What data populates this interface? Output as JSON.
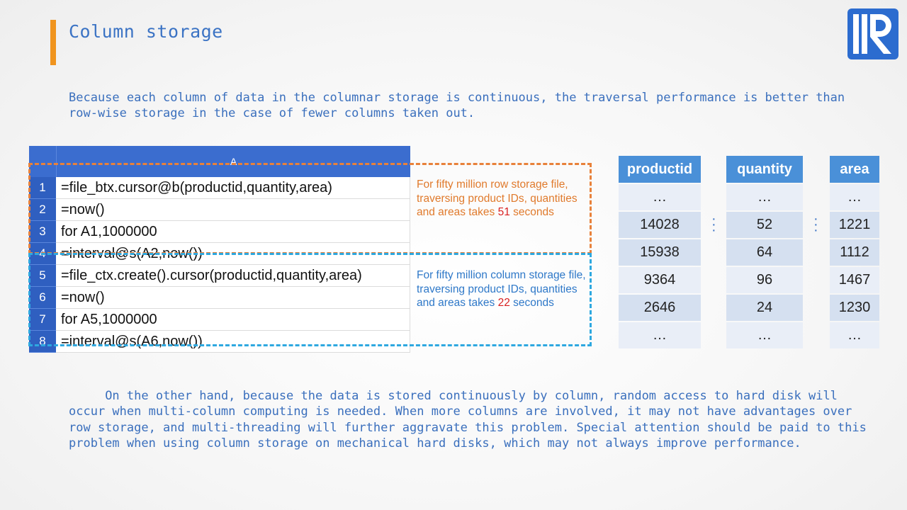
{
  "title": "Column storage",
  "intro_text": "Because each column of data in the columnar storage is continuous, the traversal performance is better than row-wise storage in the case of fewer columns taken out.",
  "grid": {
    "column_header": "A",
    "rows": [
      {
        "num": "1",
        "code": "=file_btx.cursor@b(productid,quantity,area)"
      },
      {
        "num": "2",
        "code": "=now()"
      },
      {
        "num": "3",
        "code": "for A1,1000000"
      },
      {
        "num": "4",
        "code": "=interval@s(A2,now())"
      },
      {
        "num": "5",
        "code": "=file_ctx.create().cursor(productid,quantity,area)"
      },
      {
        "num": "6",
        "code": "=now()"
      },
      {
        "num": "7",
        "code": "for A5,1000000"
      },
      {
        "num": "8",
        "code": "=interval@s(A6,now())"
      }
    ]
  },
  "notes": {
    "row_storage_text": "For fifty million row storage file, traversing product IDs, quantities and areas takes ",
    "row_storage_seconds": "51",
    "row_storage_suffix": " seconds",
    "column_storage_text": "For fifty million column storage file, traversing product IDs, quantities and areas takes ",
    "column_storage_seconds": "22",
    "column_storage_suffix": " seconds"
  },
  "columns": [
    {
      "header": "productid",
      "values": [
        "…",
        "14028",
        "15938",
        "9364",
        "2646",
        "…"
      ]
    },
    {
      "header": "quantity",
      "values": [
        "…",
        "52",
        "64",
        "96",
        "24",
        "…"
      ]
    },
    {
      "header": "area",
      "values": [
        "…",
        "1221",
        "1112",
        "1467",
        "1230",
        "…"
      ]
    }
  ],
  "outro_text": "     On the other hand, because the data is stored continuously by column, random access to hard disk will occur when multi-column computing is needed. When more columns are involved, it may not have advantages over row storage, and multi-threading will further aggravate this problem. Special attention should be paid to this problem when using column storage on mechanical hard disks, which may not always improve performance.",
  "colors": {
    "accent": "#f0941e",
    "header_blue": "#3b6dcf",
    "text_blue": "#3a6fbd",
    "highlight_red": "#d92020"
  },
  "logo_icon": "r-logo-icon"
}
